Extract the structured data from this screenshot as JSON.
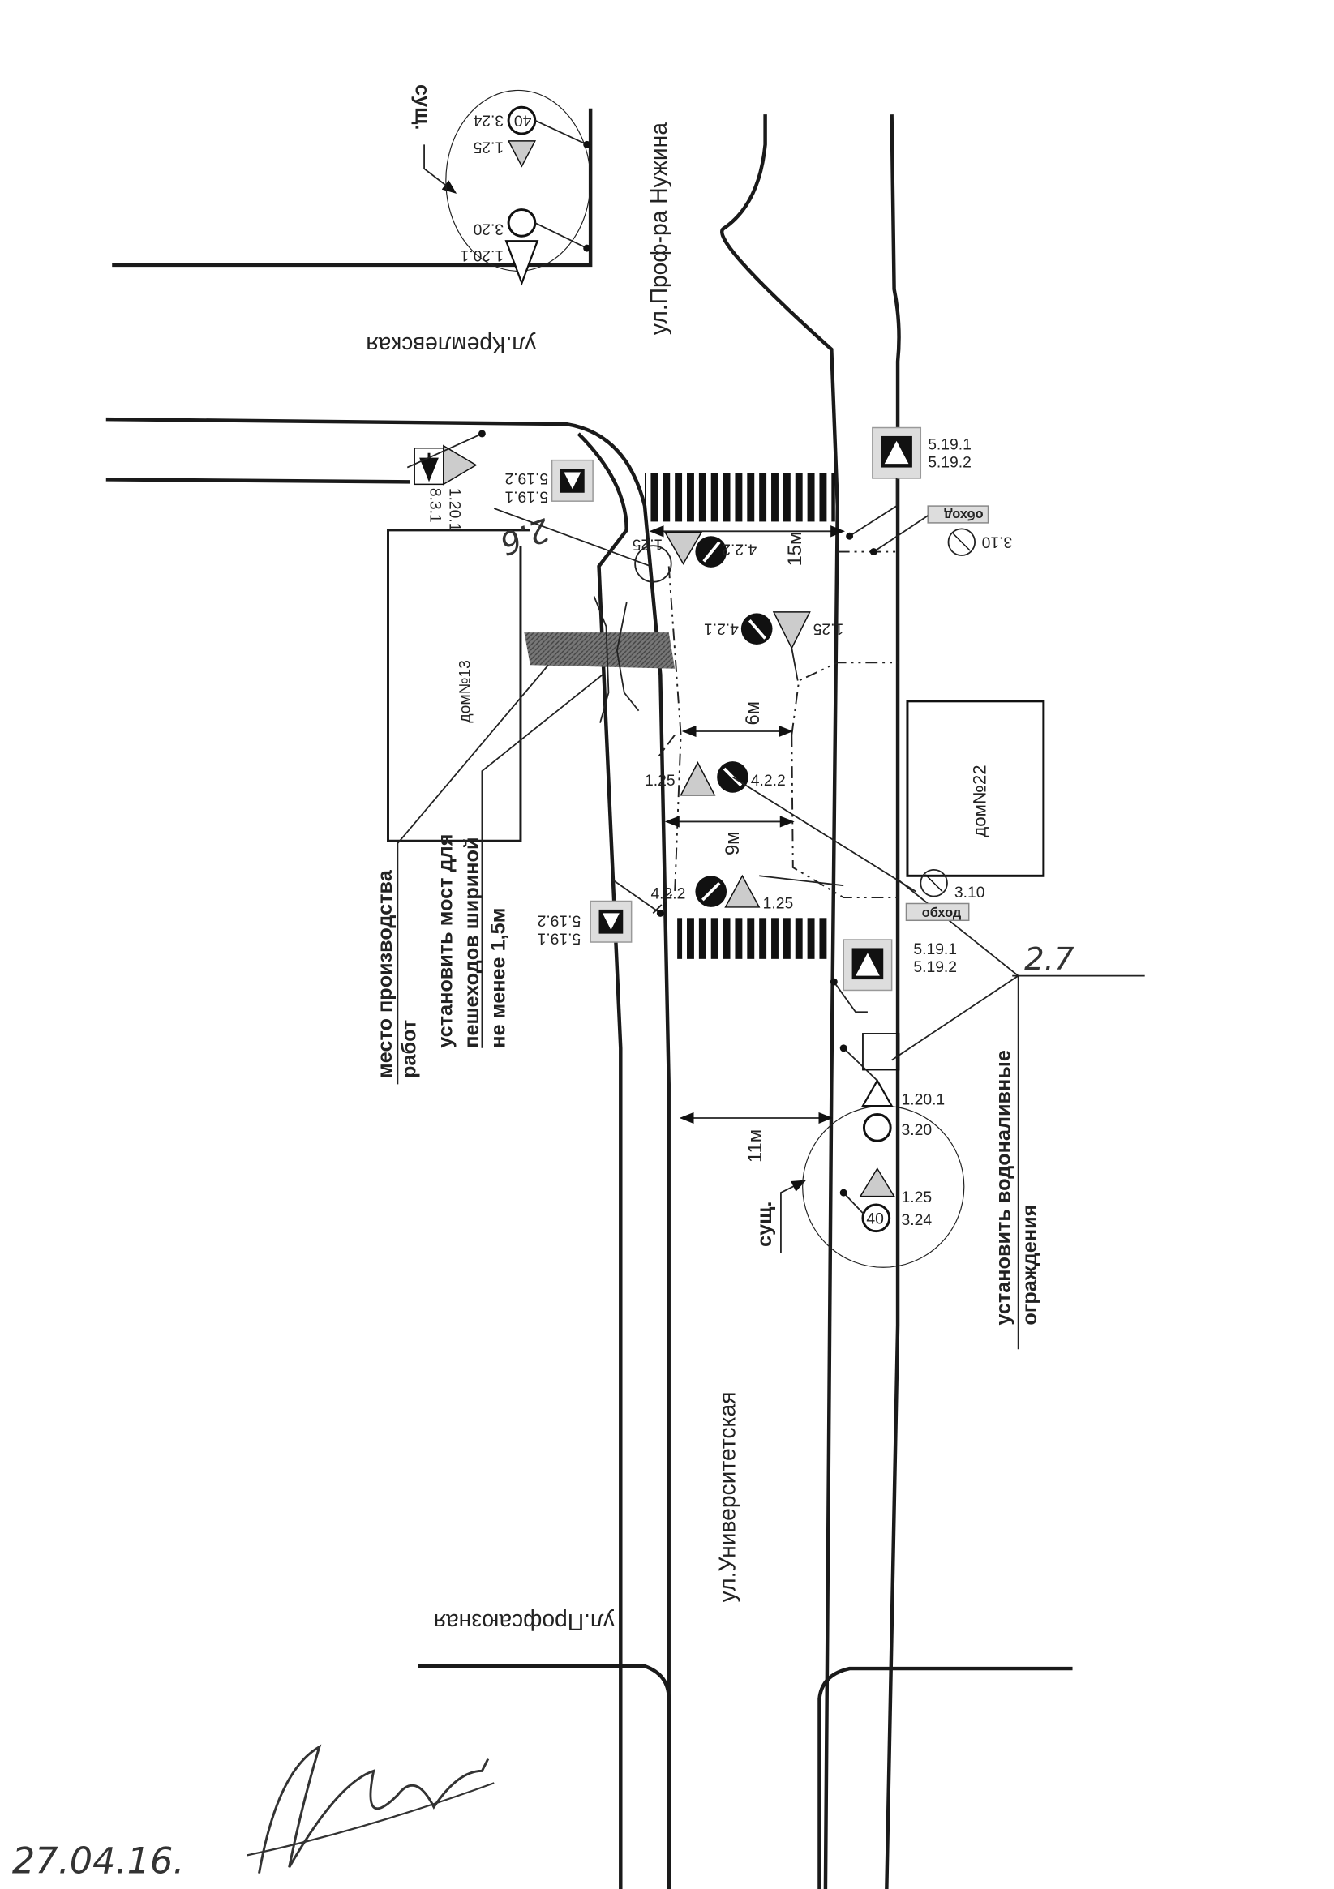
{
  "streets": {
    "nuzhina": "ул.Проф-ра Нужина",
    "kremlevskaya": "ул.Кремлевская",
    "universitetskaya": "ул.Университетская",
    "profsoyuznaya": "ул.Профсаюзная"
  },
  "buildings": {
    "dom13": "дом№13",
    "dom22": "дом№22"
  },
  "notes": {
    "existing_top": "сущ.",
    "existing_bottom": "сущ.",
    "work_site_1": "место производства",
    "work_site_2": "работ",
    "bridge_1": "установить мост для",
    "bridge_2": "пешеходов шириной",
    "bridge_3": "не менее 1,5м",
    "barriers_1": "установить водоналивные",
    "barriers_2": "ограждения"
  },
  "dimensions": {
    "d15": "15м",
    "d6": "6м",
    "d9": "9м",
    "d11": "11м"
  },
  "handwritten": {
    "mark_26": "2.6",
    "mark_27": "2.7",
    "date": "27.04.16."
  },
  "signature": "подпись",
  "signs": {
    "top_324": "3.24",
    "top_125": "1.25",
    "top_320": "3.20",
    "top_1201": "1.20.1",
    "top_speed": "40",
    "kr_5191": "5.19.1",
    "kr_5192": "5.19.2",
    "kr_1201": "1.20.1",
    "kr_831": "8.3.1",
    "a_125": "1.25",
    "a_422": "4.2.2",
    "b_421": "4.2.1",
    "b_125": "1.25",
    "c_125": "1.25",
    "c_422": "4.2.2",
    "d_422": "4.2.2",
    "d_125": "1.25",
    "l_5191": "5.19.1",
    "l_5192": "5.19.2",
    "r1_5191": "5.19.1",
    "r1_5192": "5.19.2",
    "r1_detour": "обход",
    "r1_310": "3.10",
    "r2_310": "3.10",
    "r2_detour": "обход",
    "r2_5191": "5.19.1",
    "r2_5192": "5.19.2",
    "bot_1201": "1.20.1",
    "bot_320": "3.20",
    "bot_125": "1.25",
    "bot_324": "3.24",
    "bot_speed": "40"
  }
}
